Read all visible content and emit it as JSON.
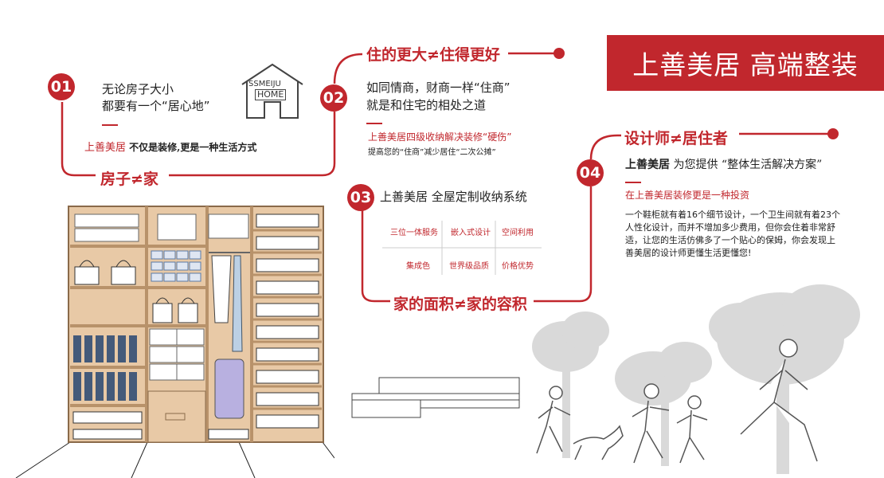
{
  "banner": {
    "title": "上善美居 高端整装"
  },
  "step1": {
    "number": "01",
    "line1": "无论房子大小",
    "line2": "都要有一个“居心地”",
    "brand": "上善美居",
    "tagline": "不仅是装修,更是一种生活方式",
    "heading": "房子≠家",
    "logo_line1": "SSMEIJU",
    "logo_line2": "HOME"
  },
  "step2": {
    "number": "02",
    "heading": "住的更大≠住得更好",
    "line1": "如同情商，财商一样“住商”",
    "line2": "就是和住宅的相处之道",
    "sub1": "上善美居四级收纳解决装修“硬伤”",
    "sub2": "提高您的“住商”减少居住“二次公摊”"
  },
  "step3": {
    "number": "03",
    "title": "上善美居 全屋定制收纳系统",
    "features": [
      "三位一体服务",
      "嵌入式设计",
      "空间利用",
      "集成色",
      "世界级品质",
      "价格优势"
    ],
    "heading": "家的面积≠家的容积"
  },
  "step4": {
    "number": "04",
    "heading": "设计师≠居住者",
    "brand": "上善美居",
    "title_mid": "为您提供",
    "title_quote": "“整体生活解决方案”",
    "sub_red": "在上善美居装修更是一种投资",
    "body": "一个鞋柜就有着16个细节设计，一个卫生间就有着23个人性化设计，而并不增加多少费用，但你会住着非常舒适，让您的生活仿佛多了一个贴心的保姆，你会发现上善美居的设计师更懂生活更懂您!"
  },
  "colors": {
    "accent": "#c1272d",
    "wood": "#e8c9a6",
    "tree": "#d9d9d9"
  }
}
